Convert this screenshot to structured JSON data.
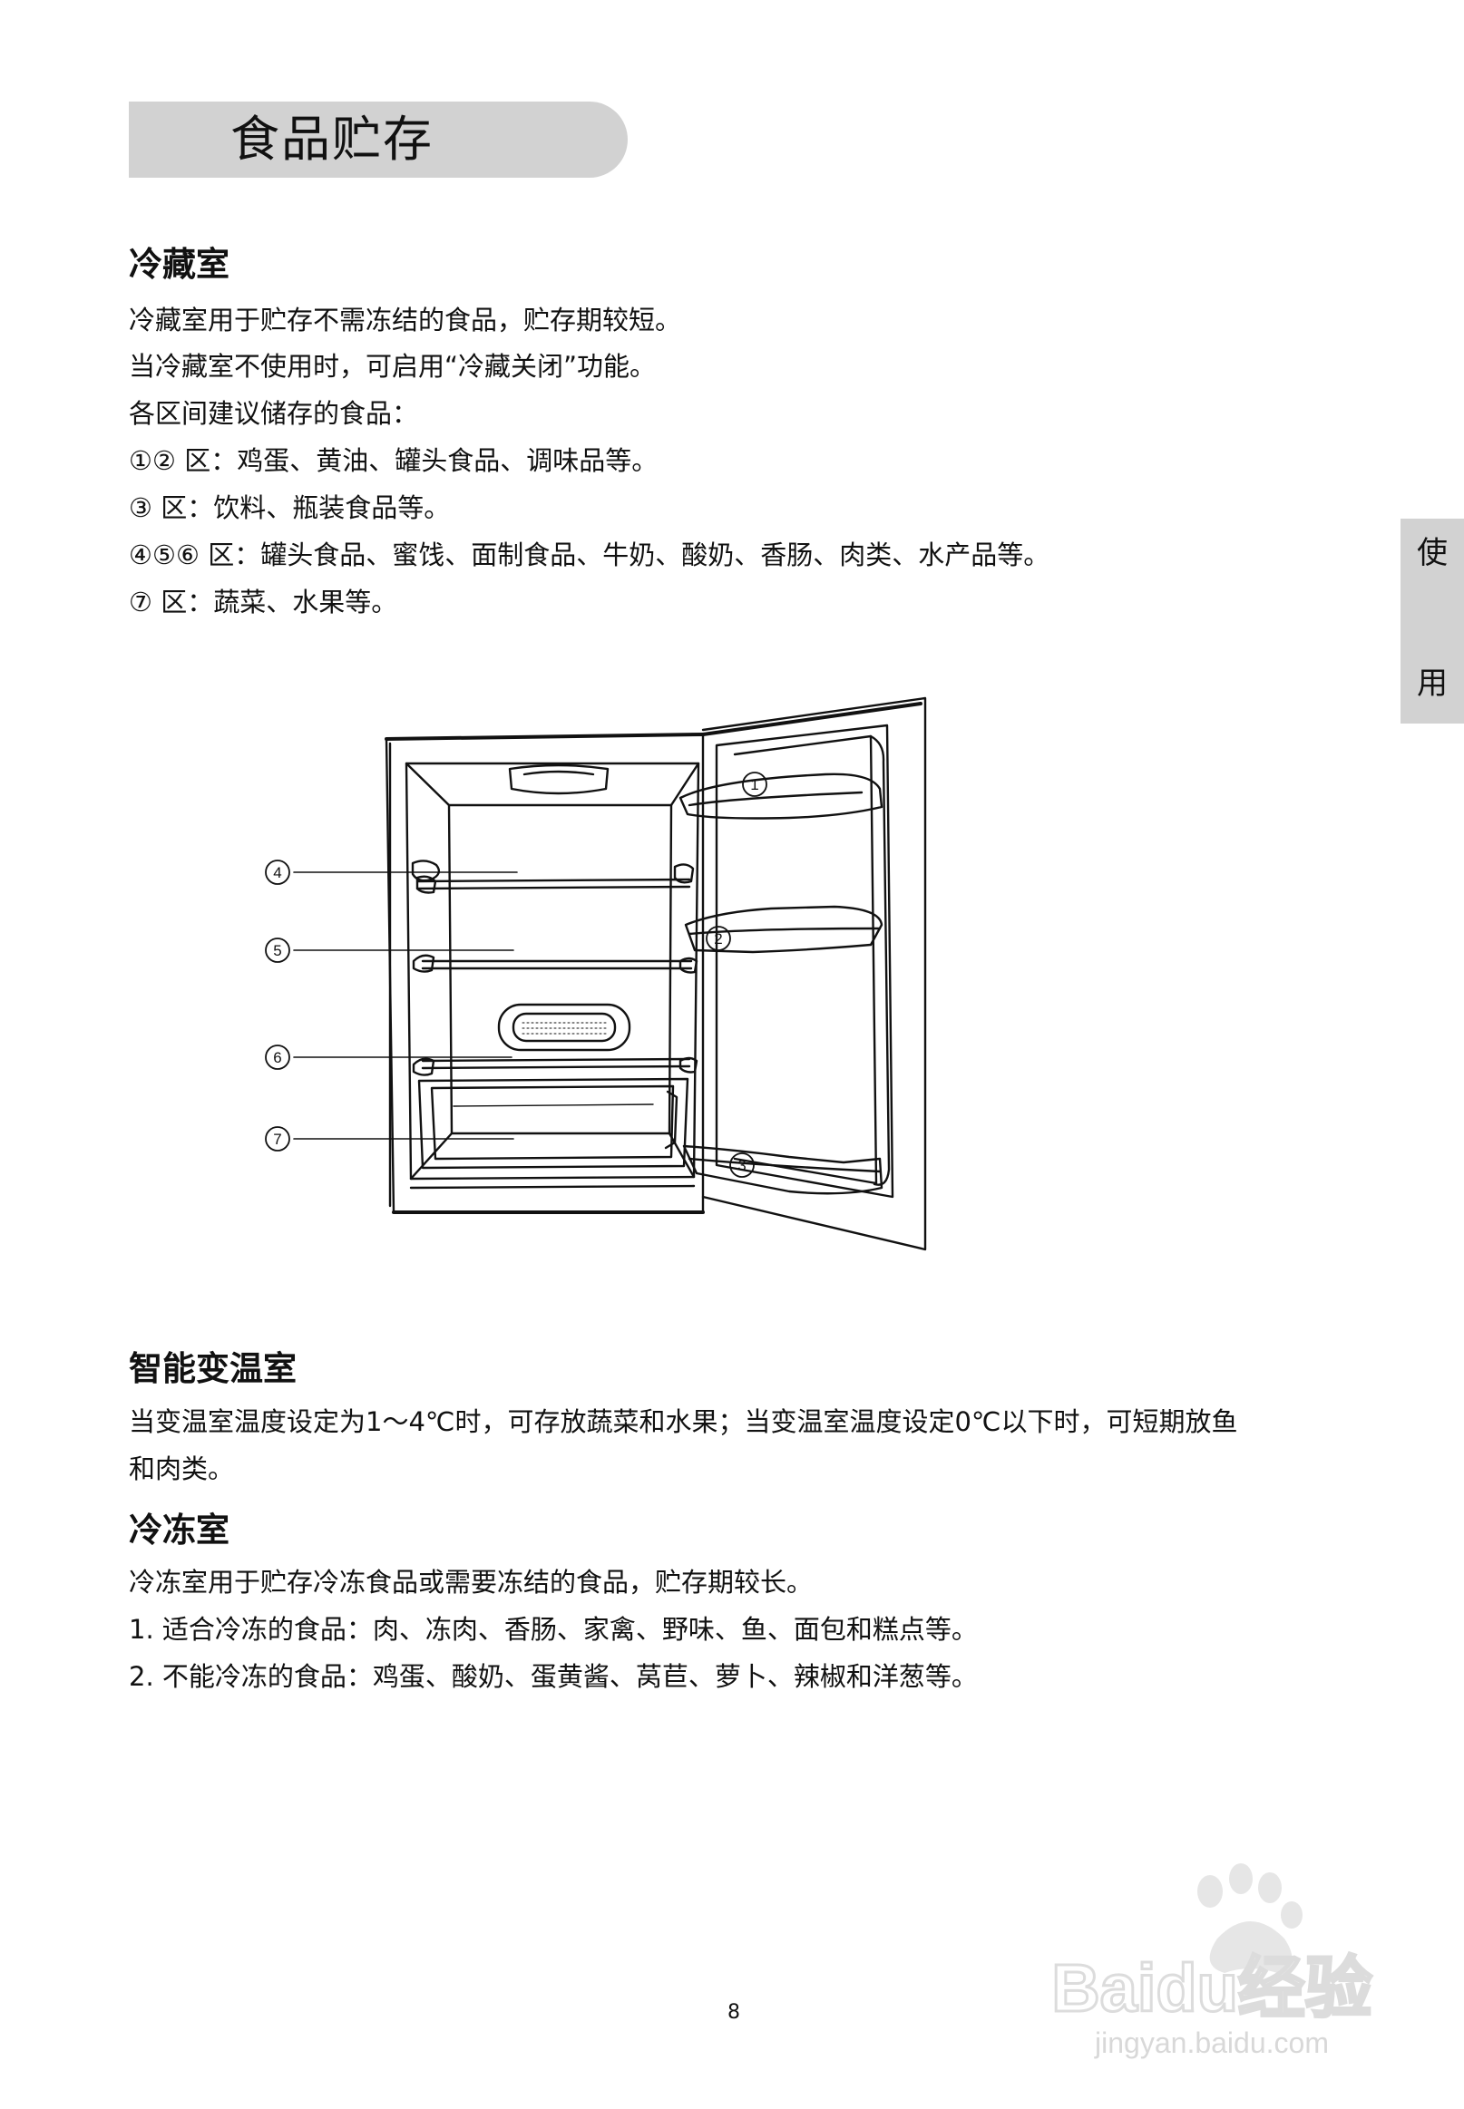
{
  "header": {
    "title": "食品贮存"
  },
  "side_tab": {
    "chars": [
      "使",
      "用"
    ]
  },
  "sections": {
    "refrigerator": {
      "heading": "冷藏室",
      "lines": [
        "冷藏室用于贮存不需冻结的食品，贮存期较短。",
        "当冷藏室不使用时，可启用“冷藏关闭”功能。",
        "各区间建议储存的食品：",
        "①② 区：鸡蛋、黄油、罐头食品、调味品等。",
        "③ 区：饮料、瓶装食品等。",
        "④⑤⑥ 区：罐头食品、蜜饯、面制食品、牛奶、酸奶、香肠、肉类、水产品等。",
        "⑦ 区：蔬菜、水果等。"
      ]
    },
    "variable": {
      "heading": "智能变温室",
      "lines": [
        "当变温室温度设定为1～4℃时，可存放蔬菜和水果；当变温室温度设定0℃以下时，可短期放鱼",
        "和肉类。"
      ]
    },
    "freezer": {
      "heading": "冷冻室",
      "lines": [
        "冷冻室用于贮存冷冻食品或需要冻结的食品，贮存期较长。",
        "1. 适合冷冻的食品：肉、冻肉、香肠、家禽、野味、鱼、面包和糕点等。",
        "2. 不能冷冻的食品：鸡蛋、酸奶、蛋黄酱、莴苣、萝卜、辣椒和洋葱等。"
      ]
    }
  },
  "diagram": {
    "zone_labels": [
      "1",
      "2",
      "3",
      "4",
      "5",
      "6",
      "7"
    ]
  },
  "footer": {
    "page_number": "8"
  },
  "watermark": {
    "brand": "Baidu经验",
    "url": "jingyan.baidu.com"
  }
}
